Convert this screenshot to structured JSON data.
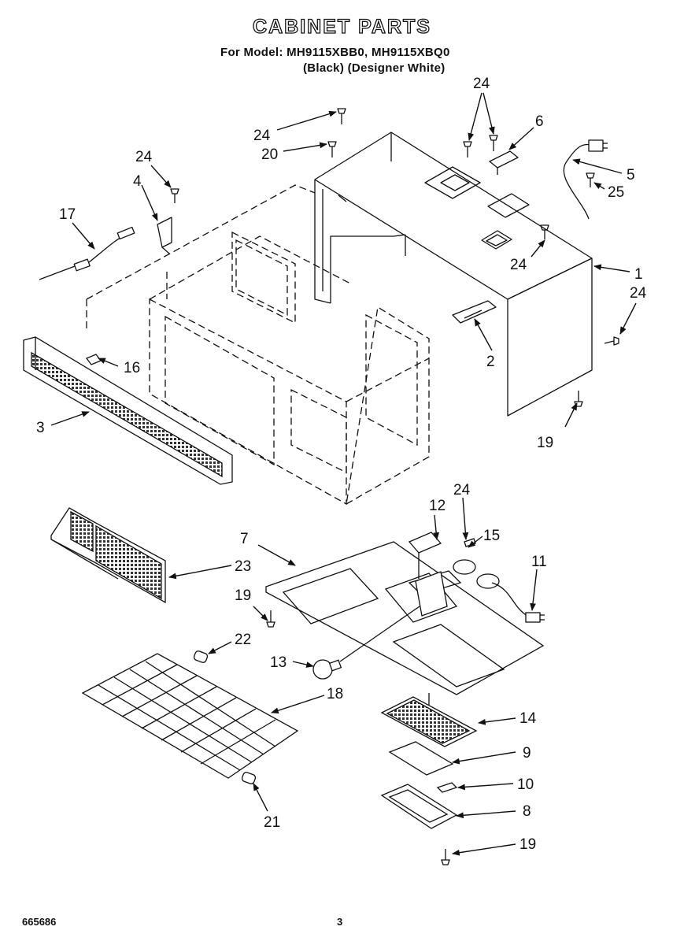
{
  "header": {
    "title": "CABINET PARTS",
    "model_line": "For Model: MH9115XBB0, MH9115XBQ0",
    "color_line": "(Black) (Designer White)"
  },
  "footer": {
    "doc_number": "665686",
    "page_number": "3"
  },
  "callouts": [
    {
      "id": "c24a",
      "label": "24"
    },
    {
      "id": "c20",
      "label": "20"
    },
    {
      "id": "c24b",
      "label": "24"
    },
    {
      "id": "c6",
      "label": "6"
    },
    {
      "id": "c24c",
      "label": "24"
    },
    {
      "id": "c4",
      "label": "4"
    },
    {
      "id": "c17",
      "label": "17"
    },
    {
      "id": "c5",
      "label": "5"
    },
    {
      "id": "c25",
      "label": "25"
    },
    {
      "id": "c24d",
      "label": "24"
    },
    {
      "id": "c1",
      "label": "1"
    },
    {
      "id": "c24e",
      "label": "24"
    },
    {
      "id": "c16",
      "label": "16"
    },
    {
      "id": "c2",
      "label": "2"
    },
    {
      "id": "c3",
      "label": "3"
    },
    {
      "id": "c19a",
      "label": "19"
    },
    {
      "id": "c12",
      "label": "12"
    },
    {
      "id": "c24f",
      "label": "24"
    },
    {
      "id": "c7",
      "label": "7"
    },
    {
      "id": "c15",
      "label": "15"
    },
    {
      "id": "c11",
      "label": "11"
    },
    {
      "id": "c23",
      "label": "23"
    },
    {
      "id": "c19b",
      "label": "19"
    },
    {
      "id": "c22",
      "label": "22"
    },
    {
      "id": "c13",
      "label": "13"
    },
    {
      "id": "c18",
      "label": "18"
    },
    {
      "id": "c14",
      "label": "14"
    },
    {
      "id": "c9",
      "label": "9"
    },
    {
      "id": "c10",
      "label": "10"
    },
    {
      "id": "c8",
      "label": "8"
    },
    {
      "id": "c21",
      "label": "21"
    },
    {
      "id": "c19c",
      "label": "19"
    }
  ]
}
